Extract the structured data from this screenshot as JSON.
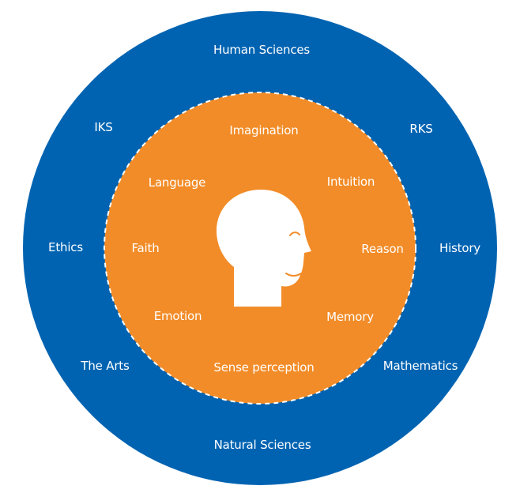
{
  "colors": {
    "outer_ring": "#0063b1",
    "inner_circle": "#f28c28",
    "text": "#ffffff",
    "divider": "#ffffff"
  },
  "outer": {
    "top": "Human Sciences",
    "top_left": "IKS",
    "top_right": "RKS",
    "left": "Ethics",
    "right": "History",
    "bottom_left": "The Arts",
    "bottom_right": "Mathematics",
    "bottom": "Natural Sciences"
  },
  "inner": {
    "top": "Imagination",
    "top_left": "Language",
    "top_right": "Intuition",
    "left": "Faith",
    "right": "Reason",
    "bottom_left": "Emotion",
    "bottom_right": "Memory",
    "bottom": "Sense perception"
  },
  "center_icon": "human-head-icon"
}
